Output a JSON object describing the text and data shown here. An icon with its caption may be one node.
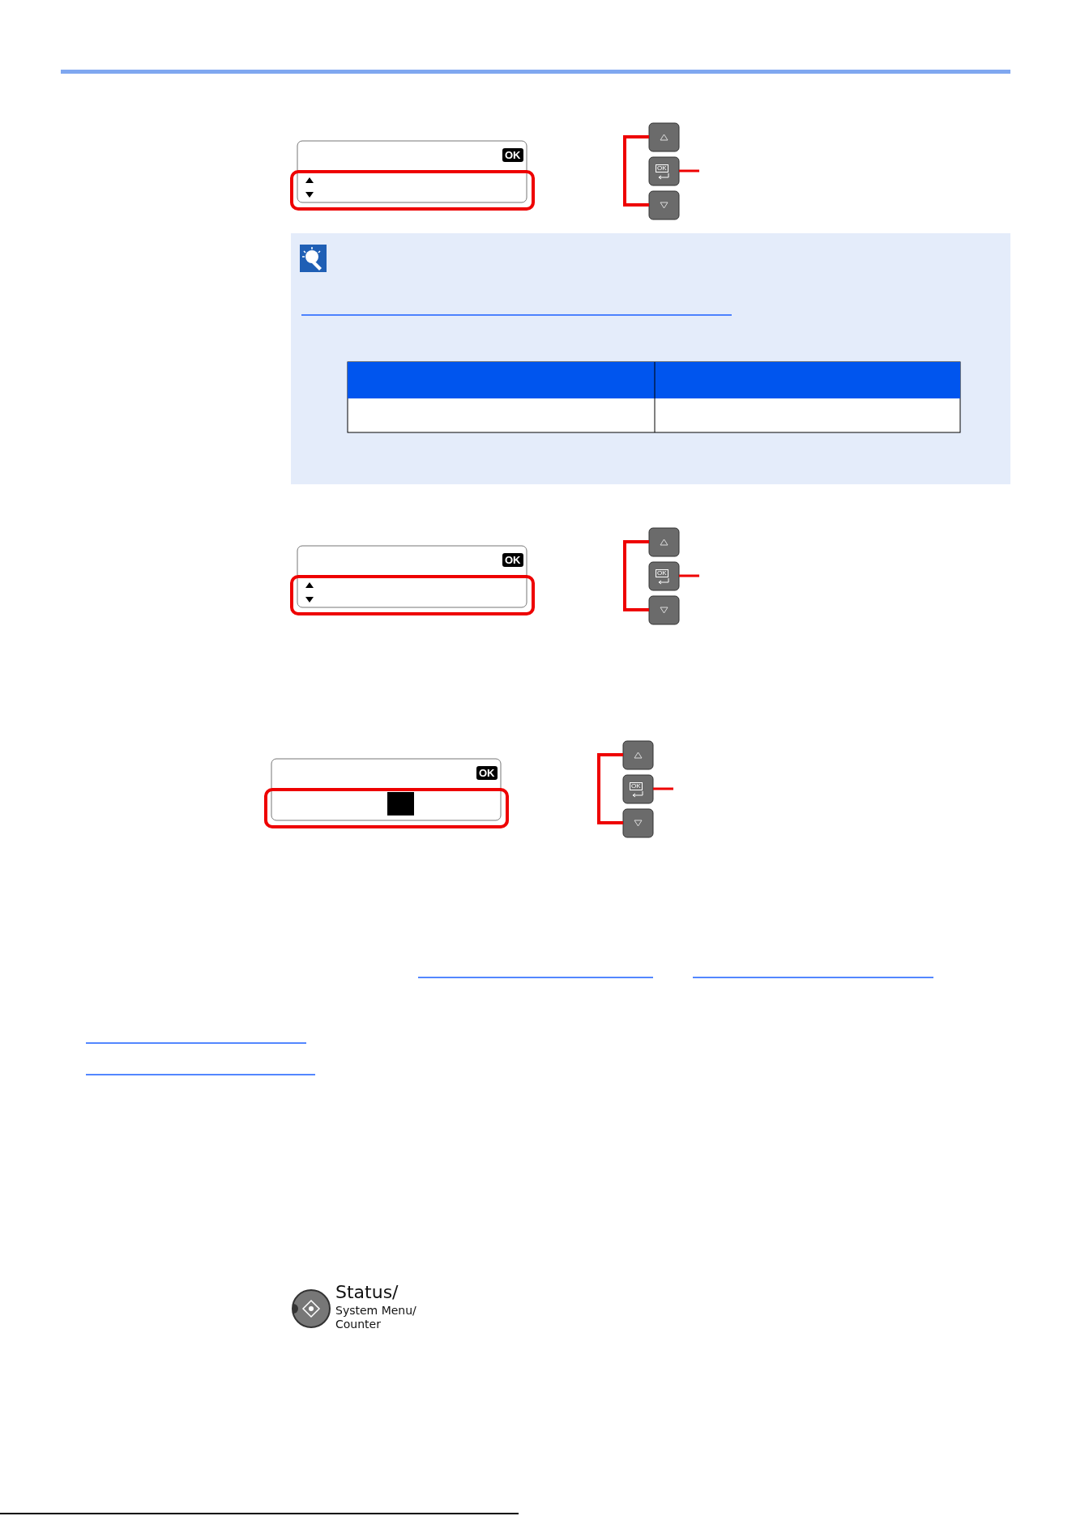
{
  "diagram": {
    "labels": [
      "OK",
      "OK",
      "OK",
      "OK",
      "OK",
      "OK",
      "Status/",
      "System Menu/ Counter"
    ]
  }
}
